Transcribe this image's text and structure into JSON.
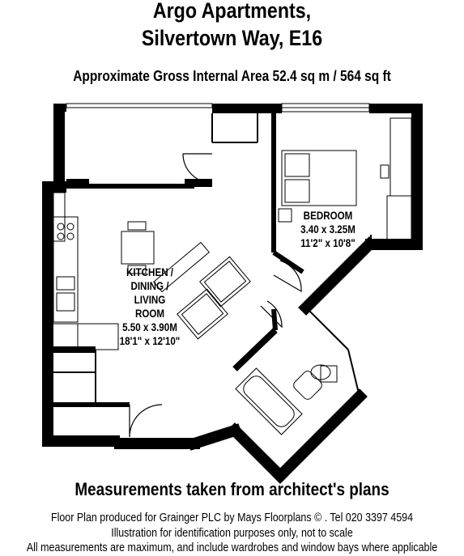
{
  "header": {
    "title_line1": "Argo Apartments,",
    "title_line2": "Silvertown Way, E16",
    "area": "Approximate Gross Internal Area  52.4 sq m  /  564 sq ft"
  },
  "rooms": {
    "kitchen": {
      "name_lines": [
        "KITCHEN /",
        "DINING /",
        "LIVING",
        "ROOM"
      ],
      "metric": "5.50 x 3.90M",
      "imperial": "18'1\" x 12'10\""
    },
    "bedroom": {
      "name": "BEDROOM",
      "metric": "3.40 x 3.25M",
      "imperial": "11'2\" x 10'8\""
    }
  },
  "footer": {
    "note": "Measurements taken from architect's plans",
    "line1": "Floor Plan produced for Grainger PLC by Mays Floorplans  © . Tel 020 3397 4594",
    "line2": "Illustration for identification purposes only, not to scale",
    "line3": "All measurements are maximum, and include wardrobes and window bays where applicable"
  },
  "colors": {
    "wall": "#000000",
    "background": "#ffffff"
  }
}
